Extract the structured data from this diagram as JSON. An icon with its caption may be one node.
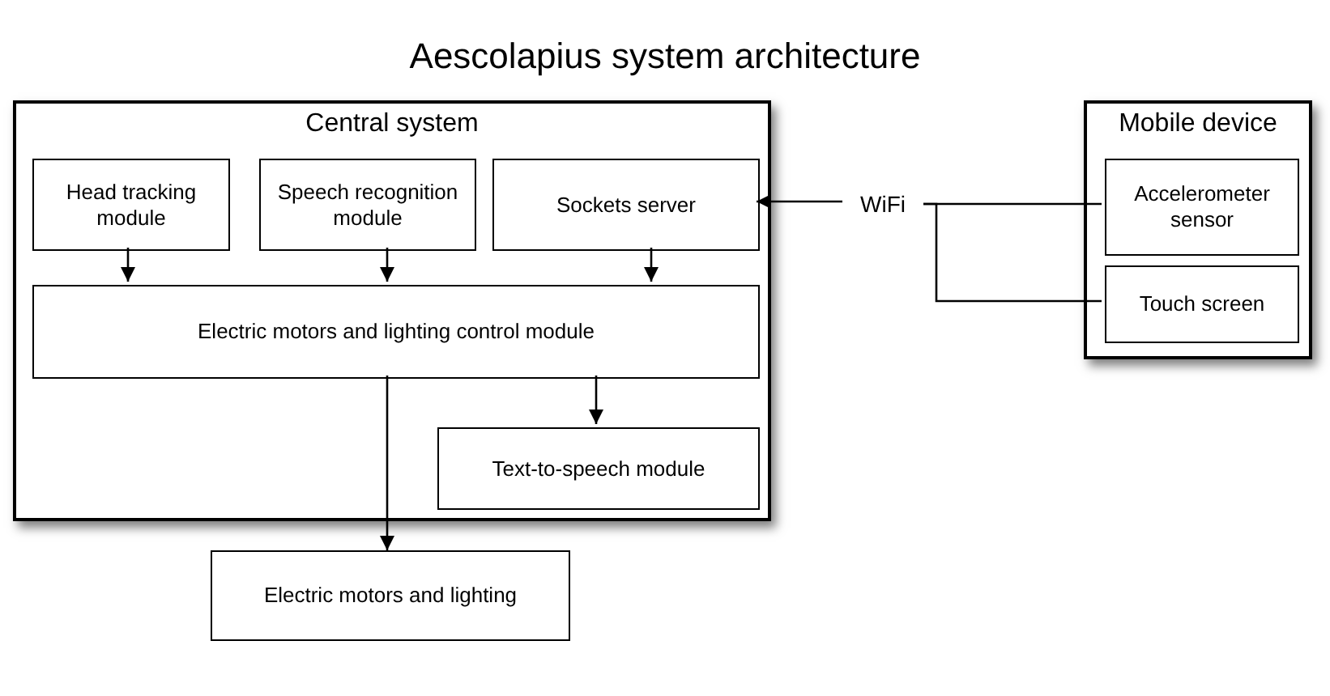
{
  "diagram": {
    "title": "Aescolapius system architecture",
    "nodes": [
      {
        "text": [
          "Central system"
        ]
      },
      {
        "text": [
          "Head tracking module"
        ],
        "in": 0
      },
      {
        "text": [
          "Speech recognition module"
        ],
        "in": 0
      },
      {
        "text": [
          "Sockets server"
        ],
        "in": 0
      },
      {
        "text": [
          "Electric motors and lighting control module"
        ],
        "in": 0
      },
      {
        "text": [
          "Text-to-speech module"
        ],
        "in": 0
      },
      {
        "text": [
          "Electric motors and lighting"
        ]
      },
      {
        "text": [
          "WiFi"
        ]
      },
      {
        "text": [
          "Mobile device"
        ]
      },
      {
        "text": [
          "Accelerometer sensor"
        ],
        "in": 8
      },
      {
        "text": [
          "Touch screen"
        ],
        "in": 8
      }
    ],
    "edges": [
      {
        "from": 1,
        "to": 4,
        "arrow": "to"
      },
      {
        "from": 2,
        "to": 4,
        "arrow": "to"
      },
      {
        "from": 3,
        "to": 4,
        "arrow": "to"
      },
      {
        "from": 4,
        "to": 5,
        "arrow": "to"
      },
      {
        "from": 4,
        "to": 6,
        "arrow": "to"
      },
      {
        "from": 7,
        "to": 3,
        "arrow": "to"
      },
      {
        "from": 9,
        "to": 7,
        "arrow": "none"
      },
      {
        "from": 10,
        "to": 7,
        "arrow": "none"
      }
    ]
  }
}
